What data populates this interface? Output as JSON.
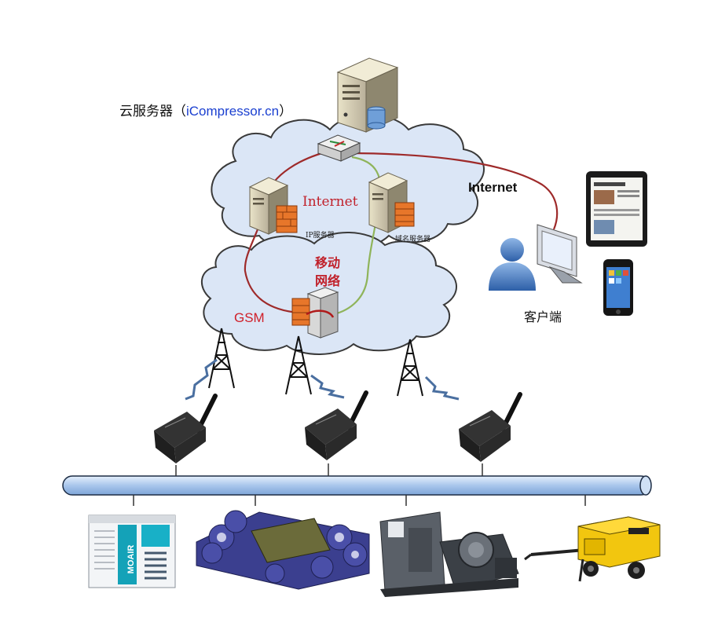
{
  "labels": {
    "cloud_server_prefix": "云服务器（",
    "cloud_server_domain": "iCompressor.cn",
    "cloud_server_suffix": "）",
    "internet_in_cloud": "Internet",
    "internet_link": "Internet",
    "ip_server": "IP服务器",
    "dns_server": "域名服务器",
    "mobile_network_line1": "移动",
    "mobile_network_line2": "网络",
    "gsm": "GSM",
    "client": "客户端"
  },
  "compressor_brand_text": "MOAIR",
  "colors": {
    "cloud_fill": "#dbe6f6",
    "cloud_stroke": "#3a3a3a",
    "red_link": "#9e2a2a",
    "green_link": "#8fb45a",
    "bus_pipe": "#b8d0f0",
    "label_red": "#c0202a"
  },
  "icons": [
    "server-icon",
    "router-icon",
    "firewall-icon",
    "user-icon",
    "monitor-icon",
    "tablet-icon",
    "phone-icon",
    "antenna-tower-icon",
    "lightning-icon",
    "gsm-module-icon",
    "compressor-icon"
  ]
}
